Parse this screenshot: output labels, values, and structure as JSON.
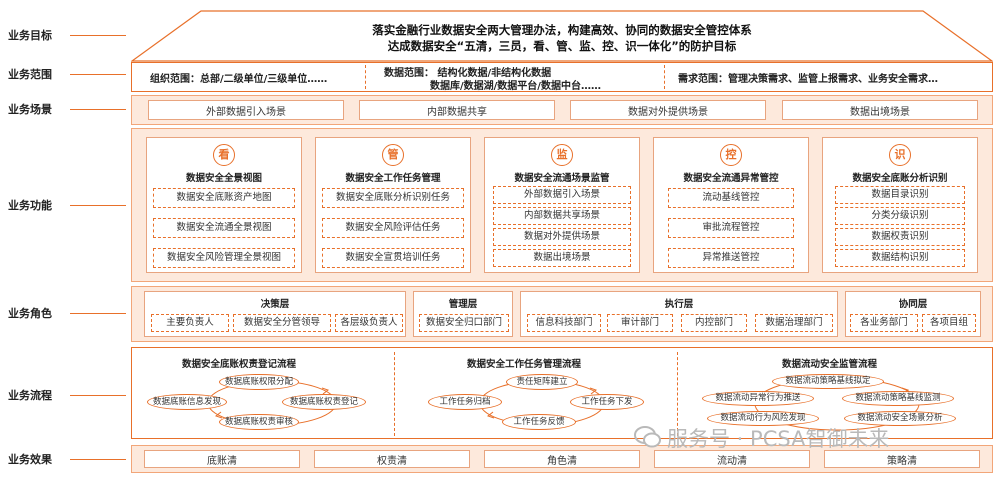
{
  "labels": {
    "goal": "业务目标",
    "scope": "业务范围",
    "scene": "业务场景",
    "function": "业务功能",
    "role": "业务角色",
    "process": "业务流程",
    "effect": "业务效果"
  },
  "goal": {
    "line1": "落实金融行业数据安全两大管理办法，构建高效、协同的数据安全管控体系",
    "line2": "达成数据安全“五清，三员，看、管、监、控、识一体化”的防护目标"
  },
  "scope": {
    "org": "组织范围：总部/二级单位/三级单位……",
    "data_line1": "数据范围：  结构化数据/非结构化数据",
    "data_line2": "数据库/数据湖/数据平台/数据中台……",
    "demand": "需求范围：管理决策需求、监管上报需求、业务安全需求…"
  },
  "scenes": [
    "外部数据引入场景",
    "内部数据共享",
    "数据对外提供场景",
    "数据出境场景"
  ],
  "functions": [
    {
      "char": "看",
      "title": "数据安全全景视图",
      "items": [
        "数据安全底账资产地图",
        "数据安全流通全景视图",
        "数据安全风险管理全景视图"
      ]
    },
    {
      "char": "管",
      "title": "数据安全工作任务管理",
      "items": [
        "数据安全底账分析识别任务",
        "数据安全风险评估任务",
        "数据安全宣贯培训任务"
      ]
    },
    {
      "char": "监",
      "title": "数据安全流通场景监管",
      "items": [
        "外部数据引入场景",
        "内部数据共享场景",
        "数据对外提供场景",
        "数据出境场景"
      ]
    },
    {
      "char": "控",
      "title": "数据安全流通异常管控",
      "items": [
        "流动基线管控",
        "审批流程管控",
        "异常推送管控"
      ]
    },
    {
      "char": "识",
      "title": "数据安全底账分析识别",
      "items": [
        "数据目录识别",
        "分类分级识别",
        "数据权责识别",
        "数据结构识别"
      ]
    }
  ],
  "roles": [
    {
      "title": "决策层",
      "items": [
        "主要负责人",
        "数据安全分管领导",
        "各层级负责人"
      ]
    },
    {
      "title": "管理层",
      "items": [
        "数据安全归口部门"
      ]
    },
    {
      "title": "执行层",
      "items": [
        "信息科技部门",
        "审计部门",
        "内控部门",
        "数据治理部门"
      ]
    },
    {
      "title": "协同层",
      "items": [
        "各业务部门",
        "各项目组"
      ]
    }
  ],
  "processes": [
    {
      "title": "数据安全底账权责登记流程",
      "steps": [
        "数据底账权限分配",
        "数据底账信息发现",
        "数据底账权责登记",
        "数据底账权责审核"
      ]
    },
    {
      "title": "数据安全工作任务管理流程",
      "steps": [
        "责任矩阵建立",
        "工作任务归档",
        "工作任务下发",
        "工作任务反馈"
      ]
    },
    {
      "title": "数据流动安全监管流程",
      "steps": [
        "数据流动策略基线拟定",
        "数据流动异常行为推送",
        "数据流动策略基线监测",
        "数据流动行为风险发现",
        "数据流动安全场景分析"
      ]
    }
  ],
  "effects": [
    "底账清",
    "权责清",
    "角色清",
    "流动清",
    "策略清"
  ],
  "watermark": "服务号 · PCSA智御未来",
  "colors": {
    "accent": "#e8702a",
    "panel_fill": "#fde9dc"
  }
}
